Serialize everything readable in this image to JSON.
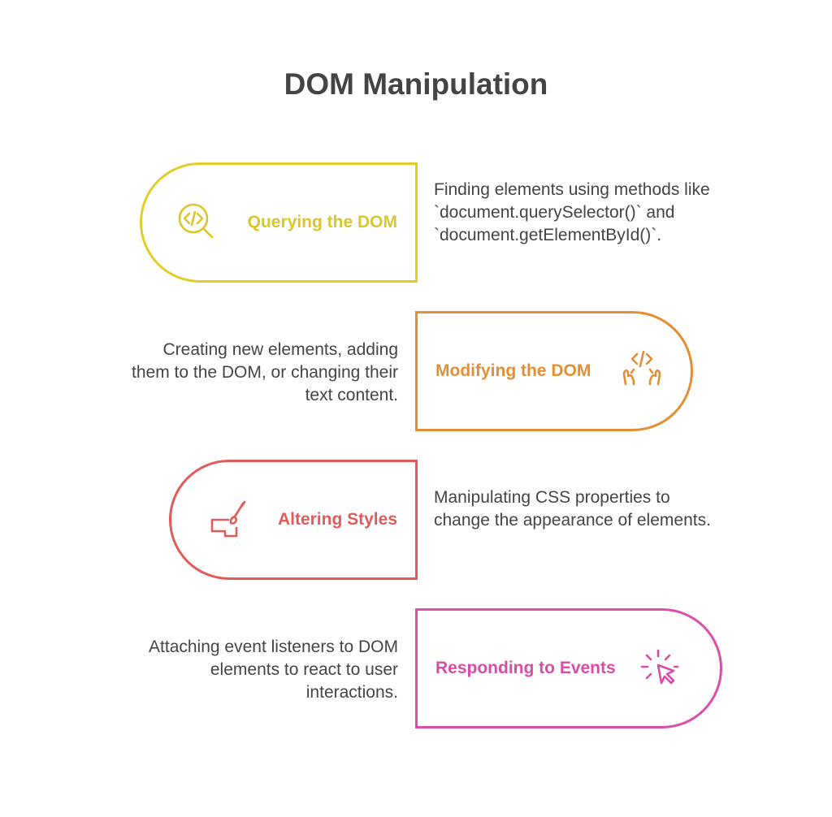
{
  "title": "DOM Manipulation",
  "colors": {
    "querying": "#E0CE28",
    "modifying": "#E38E32",
    "styles": "#E35A5A",
    "events": "#DC4FA8",
    "text": "#444444"
  },
  "items": [
    {
      "label": "Querying the DOM",
      "icon": "code-search-icon",
      "description": "Finding elements using methods like `document.querySelector()` and `document.getElementById()`."
    },
    {
      "label": "Modifying the DOM",
      "icon": "code-hands-icon",
      "description": "Creating new elements, adding them to the DOM, or changing their text content."
    },
    {
      "label": "Altering Styles",
      "icon": "paintbrush-icon",
      "description": "Manipulating CSS properties to change the appearance of elements."
    },
    {
      "label": "Responding to Events",
      "icon": "cursor-click-icon",
      "description": "Attaching event listeners to DOM elements to react to user interactions."
    }
  ]
}
